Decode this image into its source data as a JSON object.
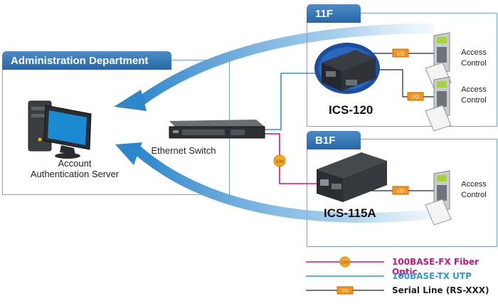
{
  "admin": {
    "title": "Administration Department"
  },
  "floors": {
    "f11": "11F",
    "b1f": "B1F"
  },
  "server": {
    "label_line1": "Account",
    "label_line2": "Authentication Server"
  },
  "switch": {
    "label": "Ethernet Switch"
  },
  "devices": {
    "ics120": "ICS-120",
    "ics115a": "ICS-115A"
  },
  "access": {
    "line1": "Access",
    "line2": "Control"
  },
  "badges": {
    "io": "I/O",
    "fiber": "100"
  },
  "legend": {
    "fiber": "100BASE-FX Fiber Optic",
    "utp": "100BASE-TX UTP",
    "serial": "Serial Line (RS-XXX)"
  },
  "colors": {
    "fiber": "#d4127f",
    "utp": "#2b9bd3",
    "serial": "#222222",
    "badge": "#f7941d",
    "tab": "#2f72b3",
    "frame": "#6fa8cc",
    "arrow": "#3a8fcf"
  }
}
